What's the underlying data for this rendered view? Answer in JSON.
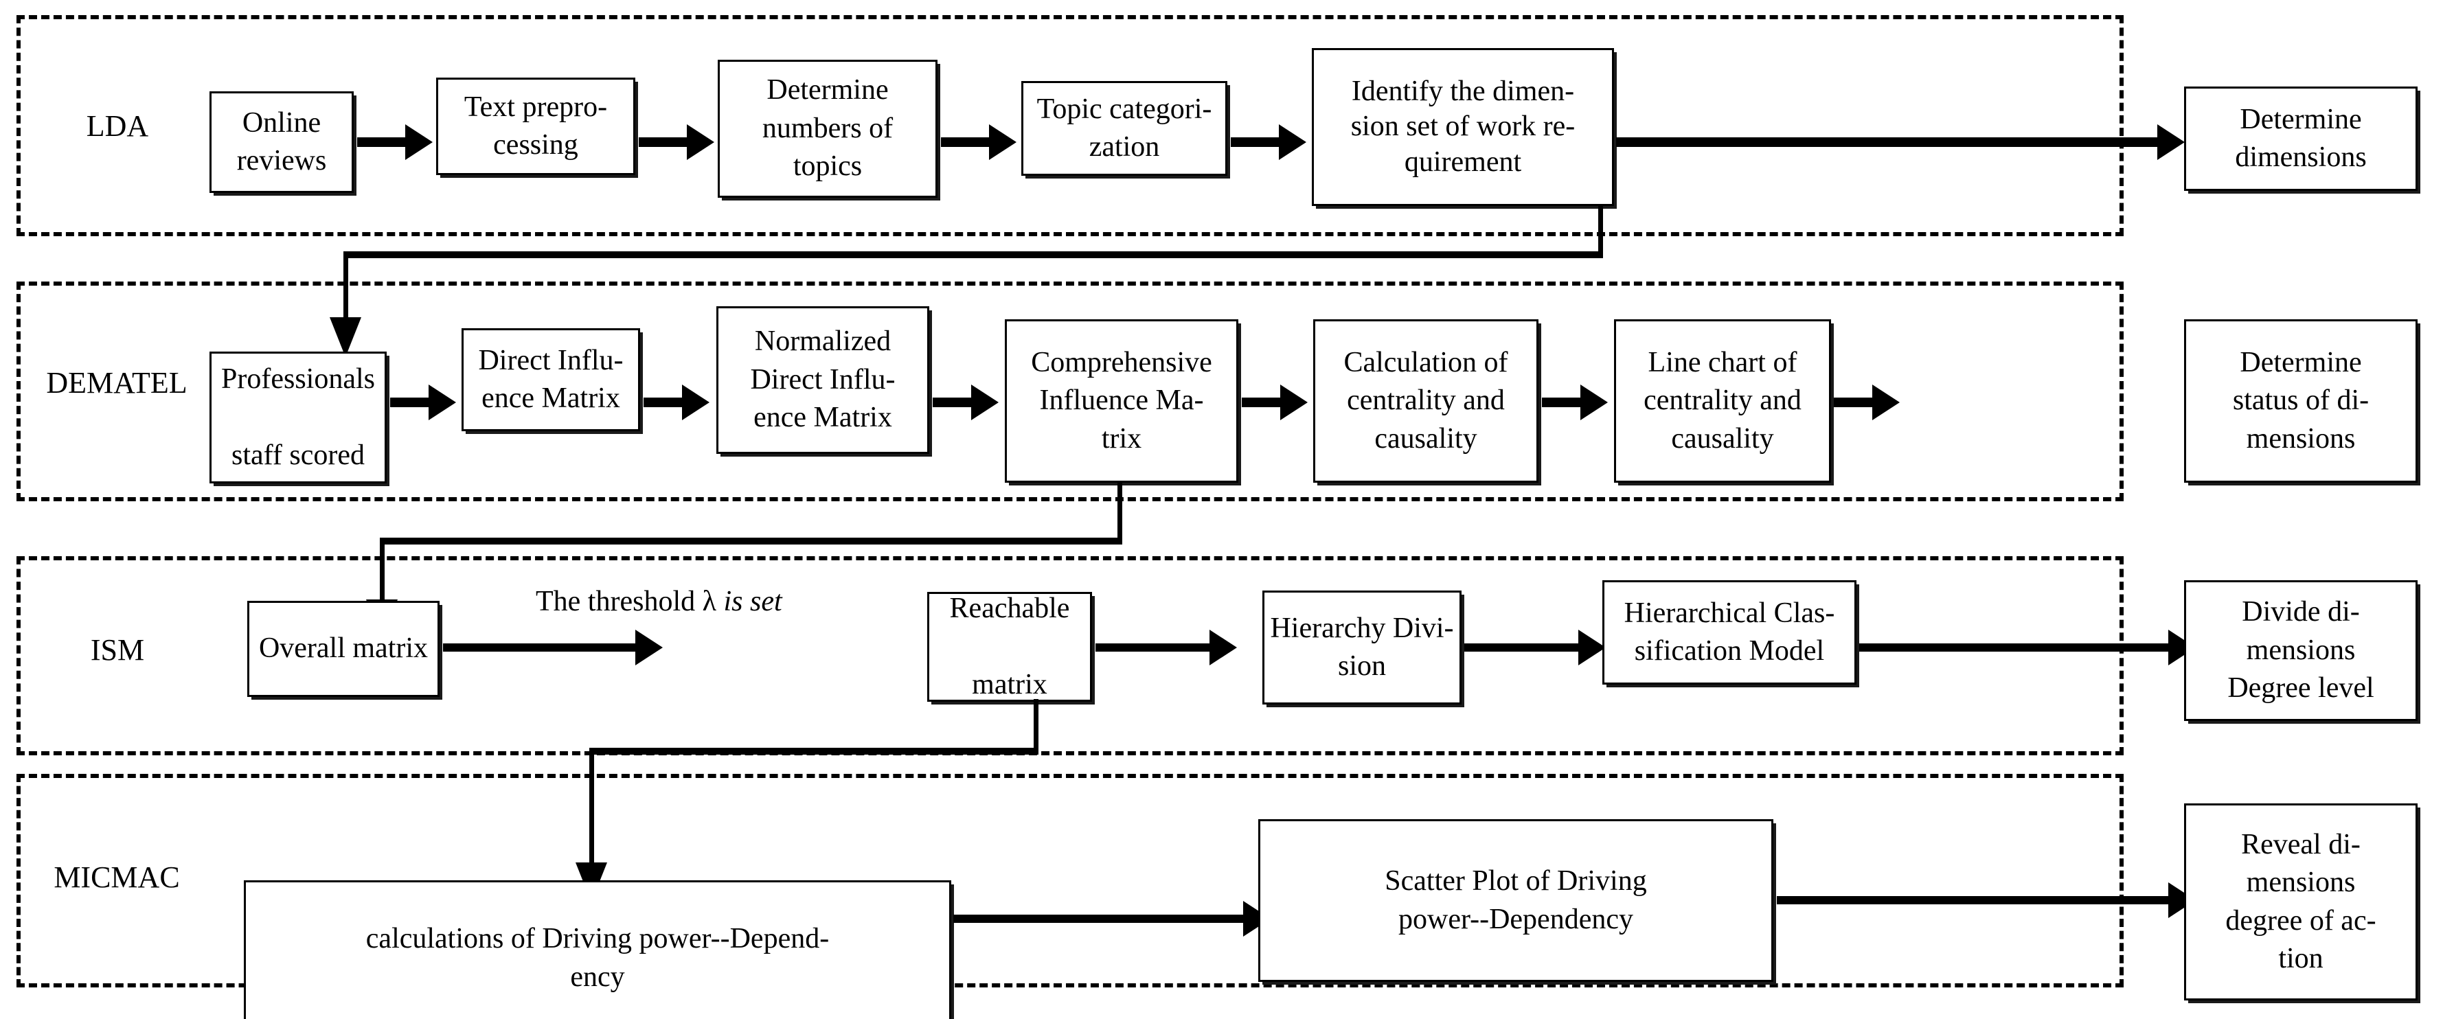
{
  "figure": {
    "kind": "research-methodology-flowchart",
    "stage_count": 4
  },
  "groups": [
    {
      "id": "lda",
      "label": "LDA"
    },
    {
      "id": "dematel",
      "label": "DEMATEL"
    },
    {
      "id": "ism",
      "label": "ISM"
    },
    {
      "id": "micmac",
      "label": "MICMAC"
    }
  ],
  "lda": {
    "label": "LDA",
    "nodes": [
      {
        "id": "online-reviews",
        "text": "Online reviews"
      },
      {
        "id": "text-preprocessing",
        "text": "Text prepro-\ncessing"
      },
      {
        "id": "determine-topics",
        "text": "Determine\nnumbers of\ntopics"
      },
      {
        "id": "topic-categorization",
        "text": "Topic categori-\nzation"
      },
      {
        "id": "identify-dimension-set",
        "text": "Identify the dimen-\nsion set of work re-\nquirement"
      }
    ],
    "outcome": {
      "id": "determine-dimensions",
      "text": "Determine\ndimensions"
    }
  },
  "dematel": {
    "label": "DEMATEL",
    "nodes": [
      {
        "id": "professionals-staff-scored",
        "text": "Professionals\n\nstaff scored"
      },
      {
        "id": "direct-influence-matrix",
        "text": "Direct Influ-\nence Matrix"
      },
      {
        "id": "normalized-direct-influence-matrix",
        "text": "Normalized\nDirect Influ-\nence Matrix"
      },
      {
        "id": "comprehensive-influence-matrix",
        "text": "Comprehensive\nInfluence Ma-\ntrix"
      },
      {
        "id": "calculation-centrality-causality",
        "text": "Calculation of\ncentrality and\ncausality"
      },
      {
        "id": "line-chart-centrality-causality",
        "text": "Line chart of\ncentrality and\ncausality"
      }
    ],
    "outcome": {
      "id": "determine-status-of-dimensions",
      "text": "Determine\nstatus of di-\nmensions"
    }
  },
  "ism": {
    "label": "ISM",
    "nodes": [
      {
        "id": "overall-matrix",
        "text": "Overall matrix"
      },
      {
        "id": "reachable-matrix",
        "text": "Reachable\n\nmatrix"
      },
      {
        "id": "hierarchy-division",
        "text": "Hierarchy Divi-\nsion"
      },
      {
        "id": "hierarchical-classification-model",
        "text": "Hierarchical Clas-\nsification Model"
      }
    ],
    "edge_label": {
      "id": "threshold-label",
      "prefix": "The threshold λ ",
      "italic": "is set"
    },
    "outcome": {
      "id": "divide-dimensions-degree-level",
      "text": "Divide di-\nmensions\nDegree level"
    }
  },
  "micmac": {
    "label": "MICMAC",
    "nodes": [
      {
        "id": "calculations-driving-power-dependency",
        "text": "calculations of Driving power--Depend-\nency"
      },
      {
        "id": "scatter-plot-driving-power-dependency",
        "text": "Scatter Plot of Driving\npower--Dependency"
      }
    ],
    "outcome": {
      "id": "reveal-dimensions-degree-of-action",
      "text": "Reveal di-\nmensions\ndegree of ac-\ntion"
    }
  },
  "colors": {
    "stroke": "#000000",
    "fill": "#ffffff",
    "shadow": "#1a1a1a"
  }
}
